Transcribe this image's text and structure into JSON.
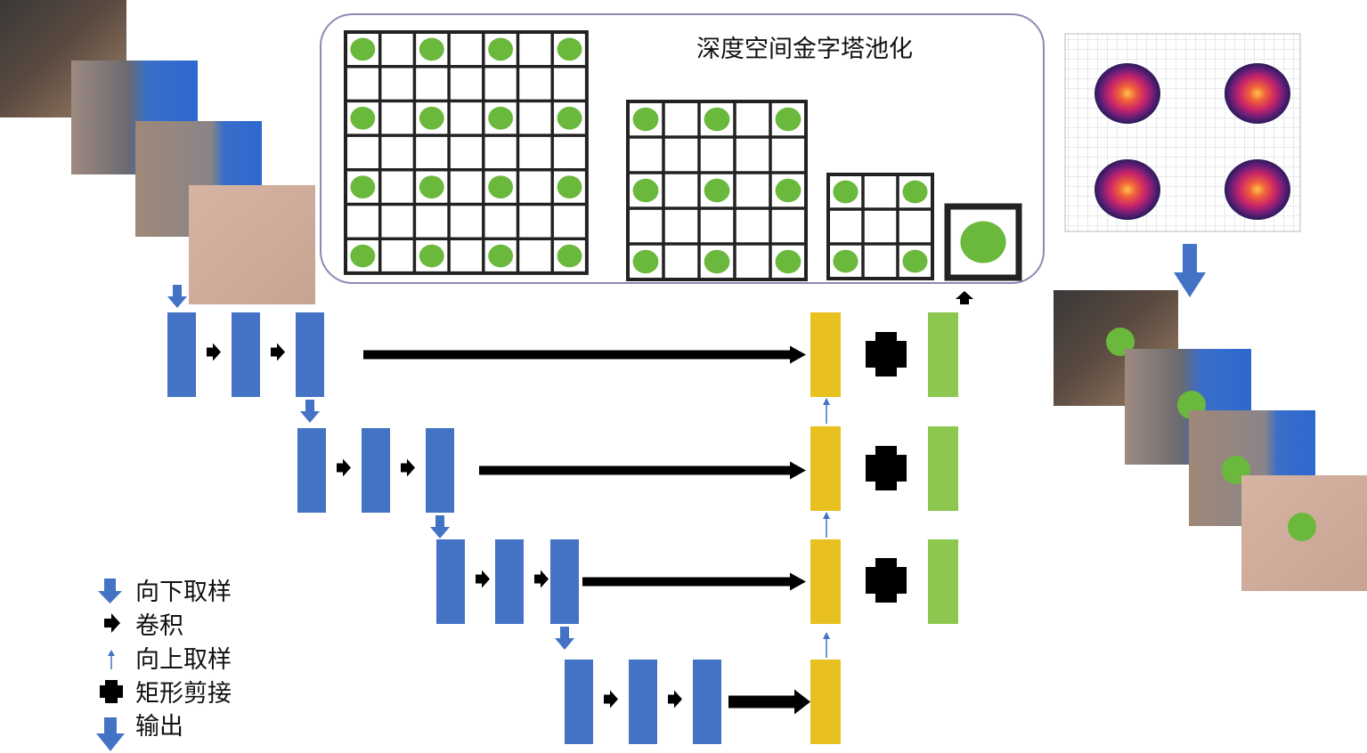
{
  "diagram": {
    "spp_title": "深度空间金字塔池化",
    "legend": [
      {
        "key": "downsample",
        "label": "向下取样"
      },
      {
        "key": "conv",
        "label": "卷积"
      },
      {
        "key": "upsample",
        "label": "向上取样"
      },
      {
        "key": "crop",
        "label": "矩形剪接"
      },
      {
        "key": "output",
        "label": "输出"
      }
    ],
    "pyramid_grids": [
      {
        "size": 7,
        "dots_every": 2
      },
      {
        "size": 5,
        "dots_every": 2
      },
      {
        "size": 3,
        "dots_every": 2
      },
      {
        "size": 1,
        "dots_every": 1
      }
    ],
    "encoder_levels": 4,
    "decoder_levels": 4,
    "heatmap_peaks": 4
  },
  "colors": {
    "encoder_block": "#4472c4",
    "decoder_block": "#e8c020",
    "output_block": "#8cc850",
    "dot": "#6ab83c",
    "arrow": "#000000",
    "spp_border": "#8a8ab8",
    "heat_outer": "#3a1e6a",
    "heat_mid": "#c8246a",
    "heat_center": "#ffb040"
  }
}
